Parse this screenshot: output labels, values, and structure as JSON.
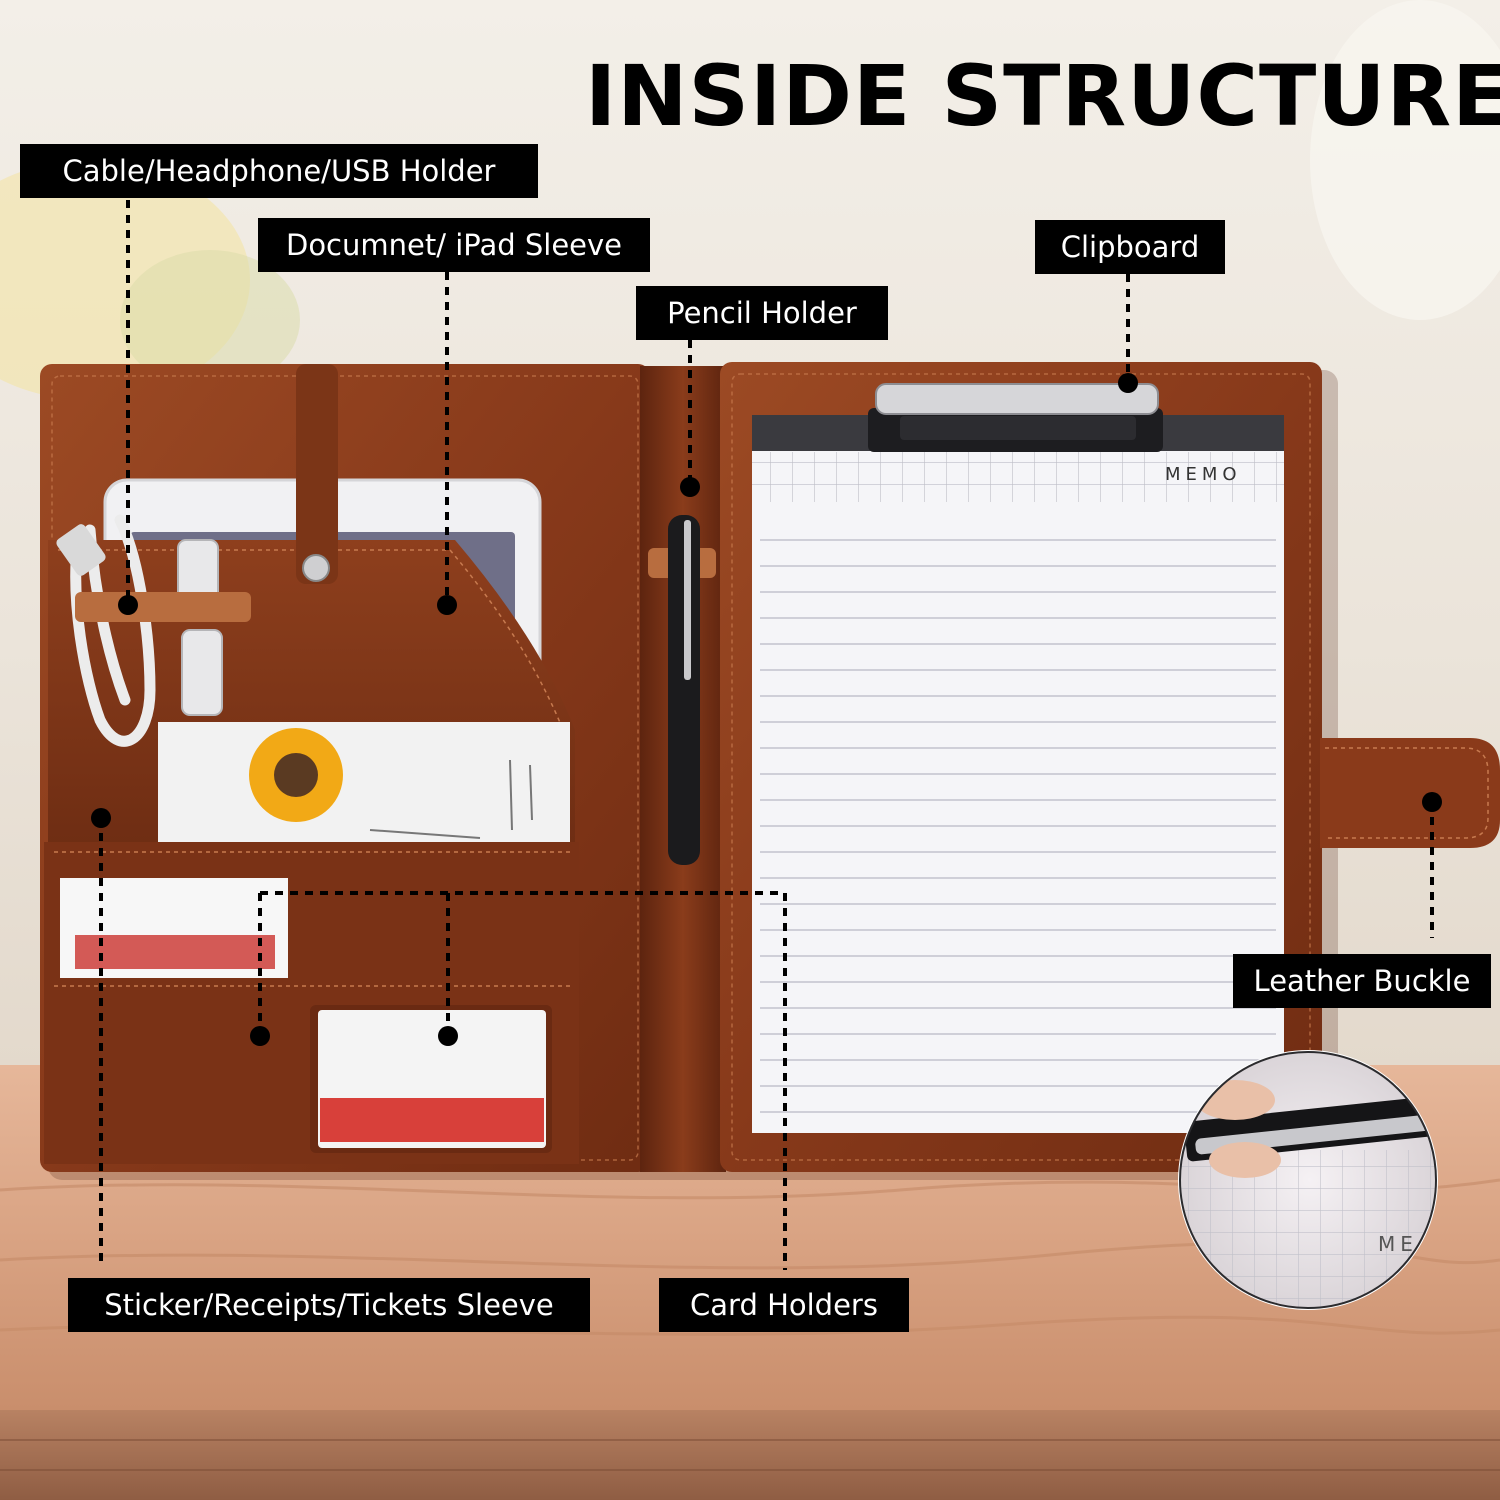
{
  "title": "INSIDE STRUCTURE",
  "labels": {
    "cable_holder": "Cable/Headphone/USB Holder",
    "ipad_sleeve": "Documnet/ iPad Sleeve",
    "pencil_holder": "Pencil Holder",
    "clipboard": "Clipboard",
    "leather_buckle": "Leather Buckle",
    "receipts_sleeve": "Sticker/Receipts/Tickets Sleeve",
    "card_holders": "Card Holders"
  },
  "memo_text": "MEMO",
  "memo_inset_text": "ME",
  "colors": {
    "leather": "#8a3d1c",
    "leather_dark": "#5e2611",
    "paper": "#f4f4f7",
    "label_bg": "#000000",
    "label_text": "#ffffff"
  }
}
